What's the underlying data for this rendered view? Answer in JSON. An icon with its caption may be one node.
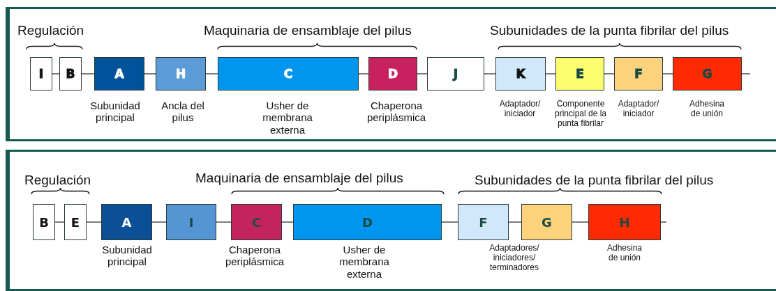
{
  "diagram": {
    "nodes": [
      {
        "text": [],
        "shape": "box"
      },
      {
        "text": [
          "I"
        ],
        "in": 0
      },
      {
        "text": [
          "B"
        ],
        "in": 0
      },
      {
        "text": [
          "A"
        ],
        "in": 0,
        "beside": [
          "Subunidad principal"
        ]
      },
      {
        "text": [
          "H"
        ],
        "in": 0,
        "beside": [
          "Ancla del pilus"
        ]
      },
      {
        "text": [
          "C"
        ],
        "in": 0,
        "beside": [
          "Usher de membrana externa"
        ]
      },
      {
        "text": [
          "D"
        ],
        "in": 0,
        "beside": [
          "Chaperona periplásmica"
        ]
      },
      {
        "text": [
          "J"
        ],
        "in": 0
      },
      {
        "text": [
          "K"
        ],
        "in": 0,
        "beside": [
          "Adaptador/ iniciador"
        ]
      },
      {
        "text": [
          "E"
        ],
        "in": 0,
        "beside": [
          "Componente principal de la punta fibrilar"
        ]
      },
      {
        "text": [
          "F"
        ],
        "in": 0,
        "beside": [
          "Adaptador/ iniciador"
        ]
      },
      {
        "text": [
          "G"
        ],
        "in": 0,
        "beside": [
          "Adhesina de unión"
        ]
      },
      {
        "text": [],
        "shape": "box"
      },
      {
        "text": [
          "B"
        ],
        "in": 12
      },
      {
        "text": [
          "E"
        ],
        "in": 12
      },
      {
        "text": [
          "A"
        ],
        "in": 12,
        "beside": [
          "Subunidad principal"
        ]
      },
      {
        "text": [
          "I"
        ],
        "in": 12
      },
      {
        "text": [
          "C"
        ],
        "in": 12,
        "beside": [
          "Chaperona periplásmica"
        ]
      },
      {
        "text": [
          "D"
        ],
        "in": 12,
        "beside": [
          "Usher de membrana externa"
        ]
      },
      {
        "text": [
          "F"
        ],
        "in": 12,
        "beside": [
          "Adaptadores/ iniciadores/ terminadores"
        ]
      },
      {
        "text": [
          "G"
        ],
        "in": 12
      },
      {
        "text": [
          "H"
        ],
        "in": 12,
        "beside": [
          "Adhesina de unión"
        ]
      }
    ],
    "edges": [
      {
        "from": 1,
        "to": 2,
        "arrow": "none"
      },
      {
        "from": 2,
        "to": 3,
        "arrow": "none"
      },
      {
        "from": 3,
        "to": 4,
        "arrow": "none"
      },
      {
        "from": 4,
        "to": 5,
        "arrow": "none"
      },
      {
        "from": 5,
        "to": 6,
        "arrow": "none"
      },
      {
        "from": 6,
        "to": 7,
        "arrow": "none"
      },
      {
        "from": 7,
        "to": 8,
        "arrow": "none"
      },
      {
        "from": 8,
        "to": 9,
        "arrow": "none"
      },
      {
        "from": 9,
        "to": 10,
        "arrow": "none"
      },
      {
        "from": 10,
        "to": 11,
        "arrow": "none"
      },
      {
        "from": 11,
        "to": null,
        "arrow": "none"
      },
      {
        "from": 13,
        "to": 14,
        "arrow": "none"
      },
      {
        "from": 14,
        "to": 15,
        "arrow": "none"
      },
      {
        "from": 15,
        "to": 16,
        "arrow": "none"
      },
      {
        "from": 16,
        "to": 17,
        "arrow": "none"
      },
      {
        "from": 17,
        "to": 18,
        "arrow": "none"
      },
      {
        "from": 18,
        "to": 19,
        "arrow": "none"
      },
      {
        "from": 19,
        "to": 20,
        "arrow": "none"
      },
      {
        "from": 20,
        "to": 21,
        "arrow": "none"
      },
      {
        "from": 21,
        "to": null,
        "arrow": "none"
      }
    ],
    "labels": [
      "Regulación",
      "Maquinaria de ensamblaje del pilus",
      "Subunidades de la punta fibrilar del pilus",
      "Regulación",
      "Maquinaria de ensamblaje del pilus",
      "Subunidades de la punta fibrilar del pilus"
    ]
  }
}
